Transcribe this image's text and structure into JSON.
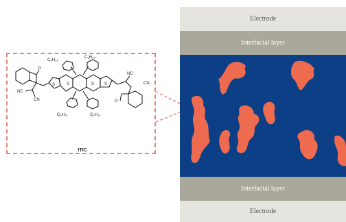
{
  "layers": {
    "electrode_top": "Electrode",
    "interfacial_top": "Interfacial layer",
    "interfacial_bottom": "Interfacial layer",
    "electrode_bottom": "Electrode"
  },
  "molecule": {
    "name": "ITIC",
    "substituents": [
      "C₆H₁₃",
      "C₆H₁₃",
      "C₆H₁₃",
      "C₆H₁₃"
    ],
    "groups": [
      "NC",
      "CN",
      "NC",
      "CN",
      "O",
      "O",
      "S",
      "S",
      "S",
      "S"
    ]
  },
  "colors": {
    "electrode": "#e6e4de",
    "interfacial": "#a9a89a",
    "donor_phase": "#0c3f86",
    "acceptor_phase": "#ef6b4f",
    "callout": "#e0837a"
  }
}
